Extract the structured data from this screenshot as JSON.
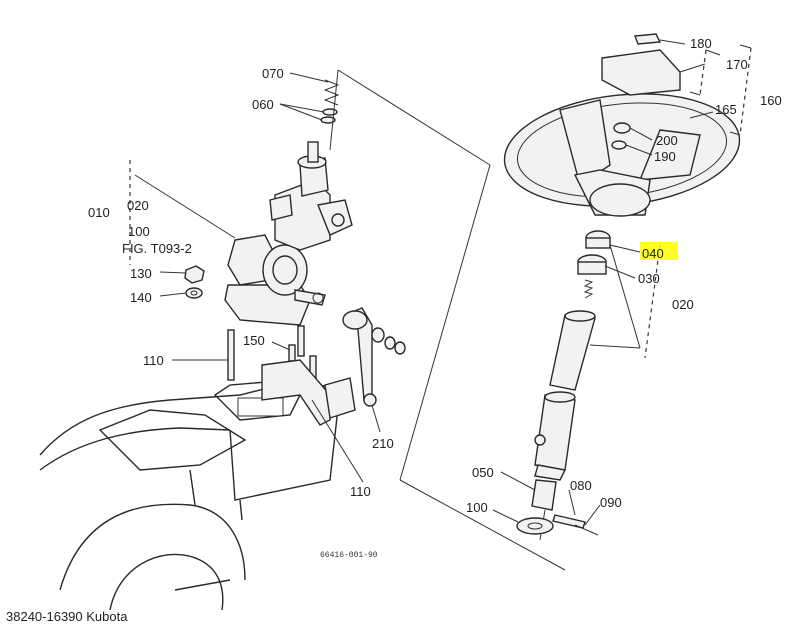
{
  "caption": "38240-16390 Kubota",
  "drawing_number": "66416-001-90",
  "highlight_color": "#ffff00",
  "labels": {
    "p010": "010",
    "p020_left": "020",
    "p100_left": "100",
    "fig_ref": "FIG. T093-2",
    "p130": "130",
    "p140": "140",
    "p110_a": "110",
    "p110_b": "110",
    "p150": "150",
    "p060": "060",
    "p070": "070",
    "p210": "210",
    "p180": "180",
    "p170": "170",
    "p160": "160",
    "p165": "165",
    "p200": "200",
    "p190": "190",
    "p040": "040",
    "p030": "030",
    "p020_right": "020",
    "p050": "050",
    "p080": "080",
    "p090": "090",
    "p100_right": "100"
  }
}
